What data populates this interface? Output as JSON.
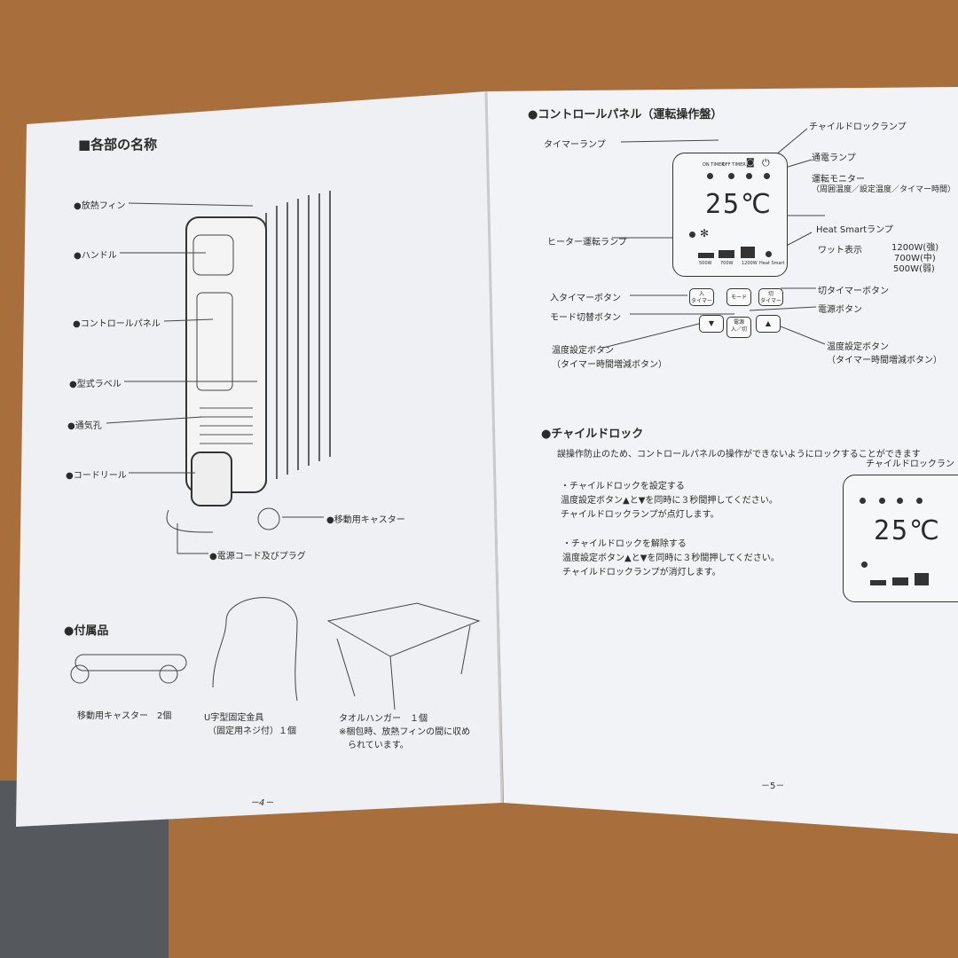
{
  "left_page": {
    "title": "■各部の名称",
    "parts": [
      "●放熱フィン",
      "●ハンドル",
      "●コントロールパネル",
      "●型式ラベル",
      "●通気孔",
      "●コードリール",
      "●移動用キャスター",
      "●電源コード及びプラグ"
    ],
    "accessories_title": "●付属品",
    "accessories": [
      {
        "name": "移動用キャスター　2個"
      },
      {
        "name": "U字型固定金具",
        "sub": "（固定用ネジ付）１個"
      },
      {
        "name": "タオルハンガー　１個",
        "note1": "※梱包時、放熱フィンの間に収め",
        "note2": "られています。"
      }
    ],
    "page_number": "－4－"
  },
  "right_page": {
    "control_title": "●コントロールパネル（運転操作盤）",
    "labels": {
      "timer_lamp": "タイマーランプ",
      "child_lock_lamp": "チャイルドロックランプ",
      "power_lamp": "通電ランプ",
      "monitor": "運転モニター",
      "monitor_sub": "（周囲温度／設定温度／タイマー時間）",
      "heat_smart_lamp": "Heat Smartランプ",
      "heater_lamp": "ヒーター運転ランプ",
      "watt": "ワット表示",
      "w1200": "1200W(強)",
      "w700": "700W(中)",
      "w500": "500W(弱)",
      "on_timer_btn": "入タイマーボタン",
      "off_timer_btn": "切タイマーボタン",
      "mode_btn": "モード切替ボタン",
      "power_btn": "電源ボタン",
      "temp_btn": "温度設定ボタン",
      "temp_btn_sub": "（タイマー時間増減ボタン）"
    },
    "panel": {
      "on_timer": "ON TIMER",
      "off_timer": "OFF TIMER",
      "temp": "25℃",
      "w500": "500W",
      "w700": "700W",
      "w1200": "1200W",
      "heat_smart": "Heat Smart",
      "btn_on": "入\nタイマー",
      "btn_mode": "モード",
      "btn_off": "切\nタイマー",
      "btn_power": "電源\n入／切"
    },
    "child_lock": {
      "title": "●チャイルドロック",
      "intro": "誤操作防止のため、コントロールパネルの操作ができないようにロックすることができます",
      "lamp_label": "チャイルドロックラン",
      "set_head": "・チャイルドロックを設定する",
      "set_1": "温度設定ボタン▲と▼を同時に３秒間押してください。",
      "set_2": "チャイルドロックランプが点灯します。",
      "release_head": "・チャイルドロックを解除する",
      "release_1": "温度設定ボタン▲と▼を同時に３秒間押してください。",
      "release_2": "チャイルドロックランプが消灯します。"
    },
    "page_number": "－5－"
  }
}
